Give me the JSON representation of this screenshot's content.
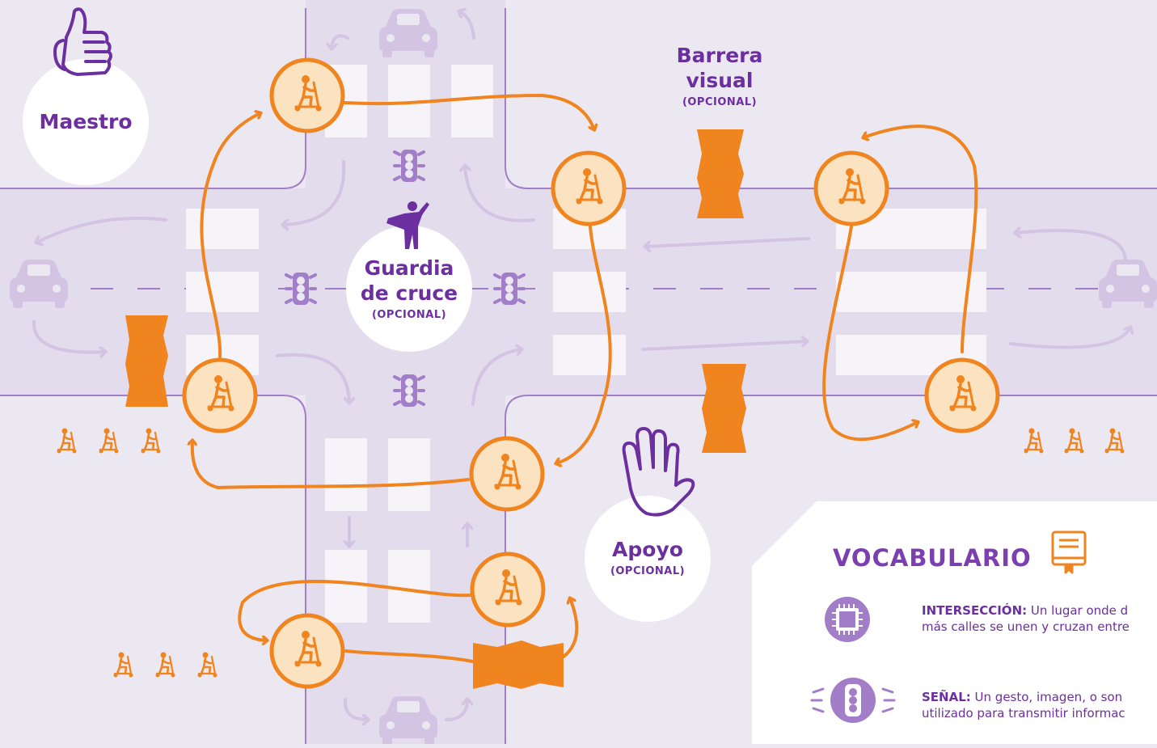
{
  "labels": {
    "maestro": "Maestro",
    "barrera_line1": "Barrera",
    "barrera_line2": "visual",
    "barrera_opt": "(OPCIONAL)",
    "guardia_line1": "Guardia",
    "guardia_line2": "de cruce",
    "guardia_opt": "(OPCIONAL)",
    "apoyo": "Apoyo",
    "apoyo_opt": "(OPCIONAL)"
  },
  "vocabulary": {
    "title": "VOCABULARIO",
    "items": [
      {
        "term": "INTERSECCIÓN:",
        "line1_rest": " Un lugar onde d",
        "line2": "más calles se unen y cruzan entre"
      },
      {
        "term": "SEÑAL:",
        "line1_rest": " Un gesto, imagen, o son",
        "line2": "utilizado para transmitir informac"
      }
    ]
  },
  "colors": {
    "background": "#ece8f2",
    "road": "#e2dcec",
    "road_line": "#a27ec8",
    "purple": "#6b2fa0",
    "orange": "#f0841f",
    "station_fill": "#fbe3c2",
    "traffic_arrow": "#d4c4e4"
  },
  "icons": [
    "thumbs-up-icon",
    "hand-stop-icon",
    "traffic-light-icon",
    "car-icon",
    "scooter-rider-icon",
    "crossing-guard-icon",
    "book-icon",
    "intersection-chip-icon",
    "barrier-icon"
  ]
}
